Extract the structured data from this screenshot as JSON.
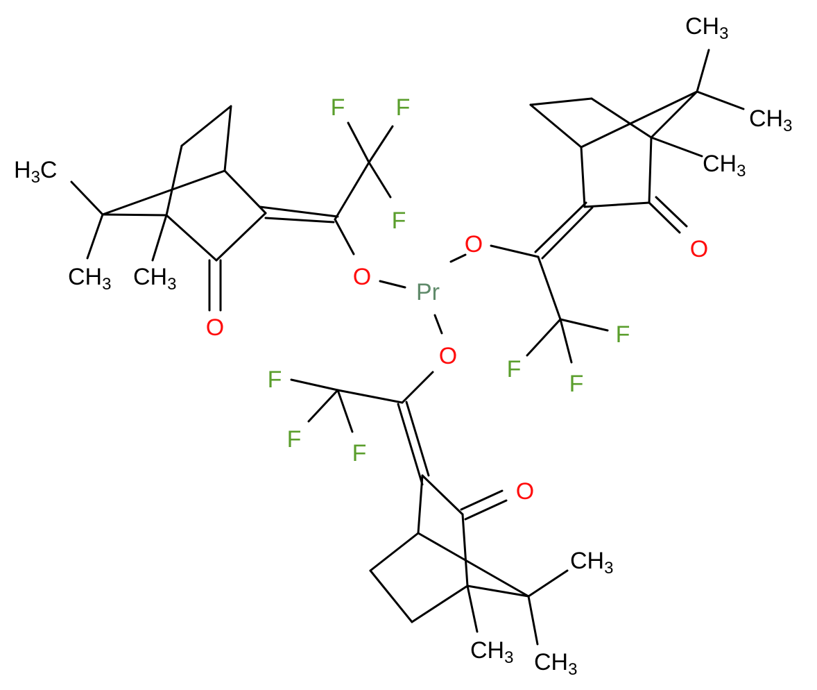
{
  "molecule": {
    "center": {
      "symbol": "Pr",
      "color": "#5f8a6a"
    },
    "oxygen": {
      "symbol": "O",
      "color": "#ff0d0d"
    },
    "fluorine": {
      "symbol": "F",
      "color": "#5a9e2c"
    },
    "methyl": {
      "main": "CH",
      "sub": "3",
      "color": "#000000"
    },
    "methyl_left": {
      "main": "H",
      "sub": "3",
      "tail": "C"
    }
  }
}
